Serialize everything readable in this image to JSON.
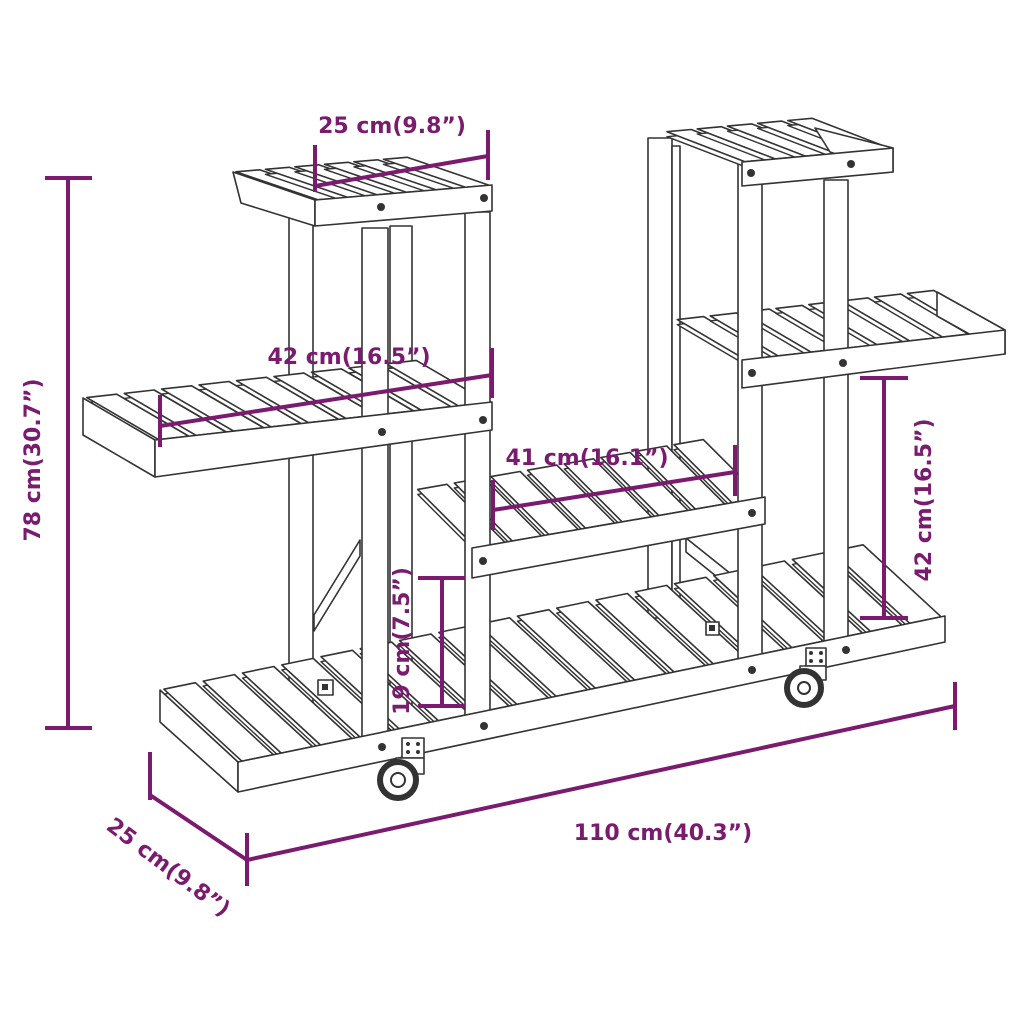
{
  "colors": {
    "dimension": "#7b1b6f",
    "drawing": "#333333",
    "background": "#ffffff"
  },
  "dimensions": {
    "top_shelf_width": "25 cm(9.8”)",
    "left_shelf_width": "42 cm(16.5”)",
    "middle_shelf_width": "41 cm(16.1”)",
    "overall_height": "78 cm(30.7”)",
    "right_shelf_spacing": "42 cm(16.5”)",
    "middle_shelf_clearance": "19 cm(7.5”)",
    "overall_length": "110 cm(40.3”)",
    "overall_depth": "25 cm(9.8”)"
  }
}
